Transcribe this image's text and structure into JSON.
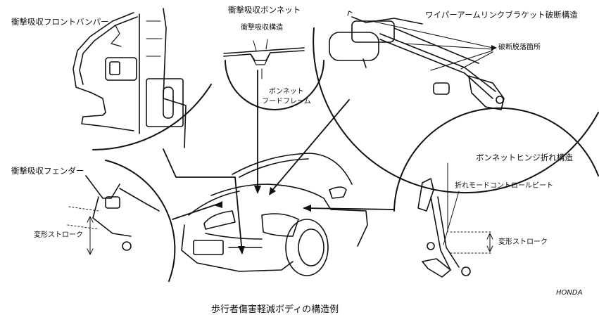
{
  "labels": {
    "bumper_title": "衝撃吸収フロントバンパー",
    "bonnet_title": "衝撃吸収ボンネット",
    "bonnet_structure": "衝撃吸収構造",
    "bonnet_frame_line1": "ボンネット",
    "bonnet_frame_line2": "フードフレーム",
    "wiper_title": "ワイパーアームリンクブラケット破断構造",
    "wiper_break": "破断脱落箇所",
    "fender_title": "衝撃吸収フェンダー",
    "fender_stroke": "変形ストローク",
    "hinge_title": "ボンネットヒンジ折れ構造",
    "hinge_bead": "折れモードコントロールビート",
    "hinge_stroke": "変形ストローク",
    "caption": "歩行者傷害軽減ボディの構造例",
    "brand": "HONDA"
  },
  "colors": {
    "ink": "#111111",
    "background": "#ffffff"
  }
}
